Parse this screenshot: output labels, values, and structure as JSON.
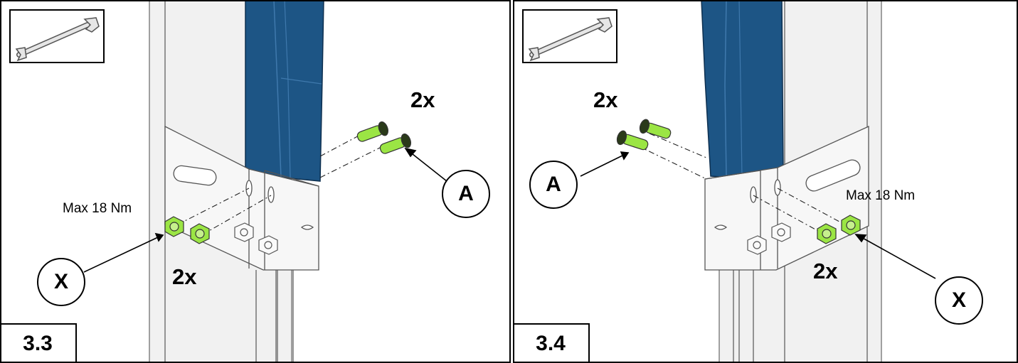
{
  "colors": {
    "post_blue": "#1d5585",
    "fastener_green": "#9be544",
    "line": "#000000"
  },
  "icons": {
    "tool": "wrench-icon"
  },
  "panels": [
    {
      "step": "3.3",
      "label_a": "A",
      "label_x": "X",
      "count_screws": "2x",
      "count_nuts": "2x",
      "torque": "Max 18 Nm"
    },
    {
      "step": "3.4",
      "label_a": "A",
      "label_x": "X",
      "count_screws": "2x",
      "count_nuts": "2x",
      "torque": "Max 18 Nm"
    }
  ]
}
